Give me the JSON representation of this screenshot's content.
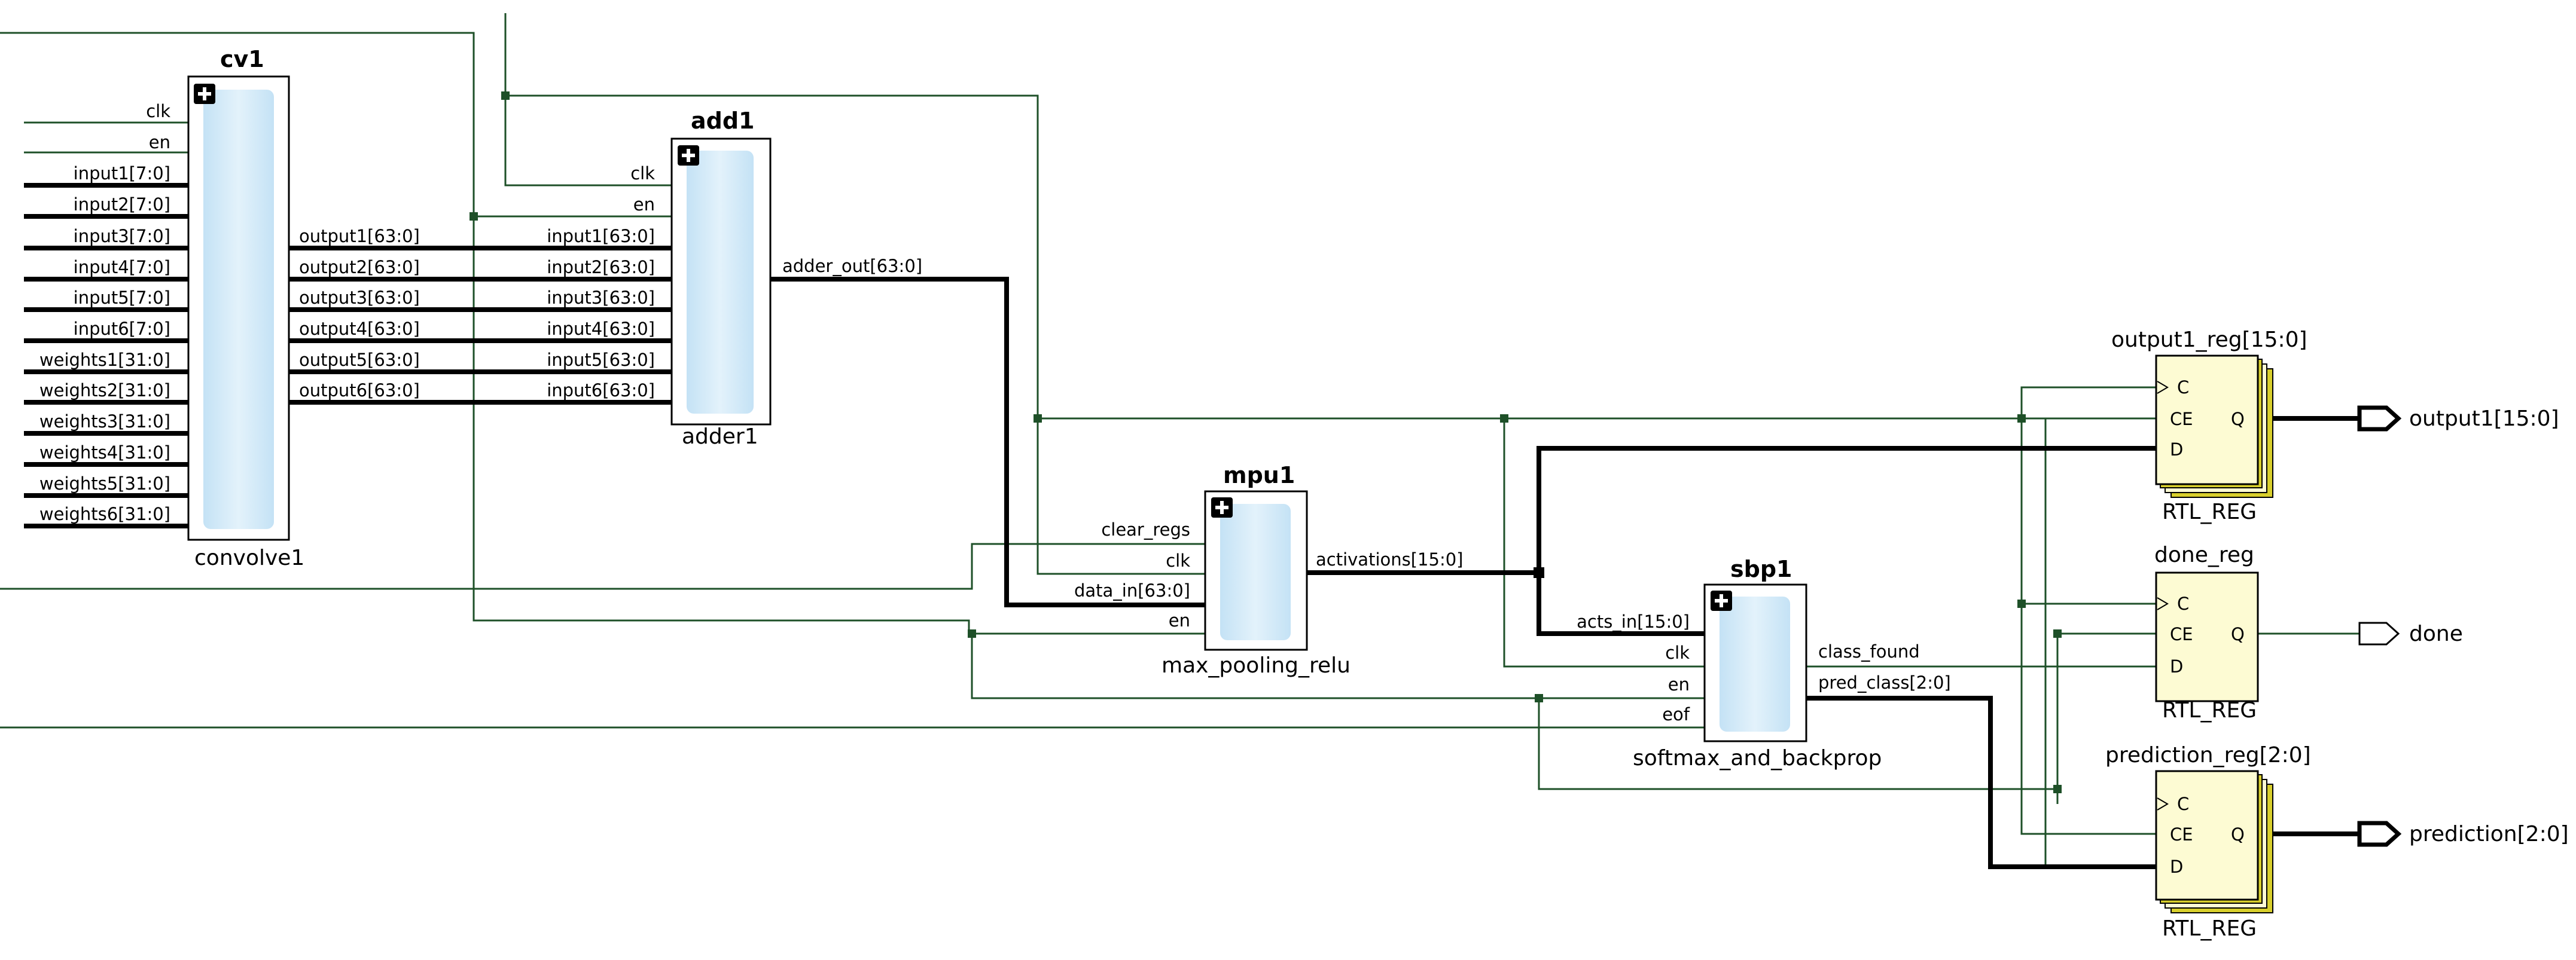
{
  "cells": {
    "cv1": {
      "instance": "cv1",
      "module": "convolve1",
      "inputs": [
        "clk",
        "en",
        "input1[7:0]",
        "input2[7:0]",
        "input3[7:0]",
        "input4[7:0]",
        "input5[7:0]",
        "input6[7:0]",
        "weights1[31:0]",
        "weights2[31:0]",
        "weights3[31:0]",
        "weights4[31:0]",
        "weights5[31:0]",
        "weights6[31:0]"
      ],
      "outputs": [
        "output1[63:0]",
        "output2[63:0]",
        "output3[63:0]",
        "output4[63:0]",
        "output5[63:0]",
        "output6[63:0]"
      ]
    },
    "add1": {
      "instance": "add1",
      "module": "adder1",
      "inputs": [
        "clk",
        "en",
        "input1[63:0]",
        "input2[63:0]",
        "input3[63:0]",
        "input4[63:0]",
        "input5[63:0]",
        "input6[63:0]"
      ],
      "outputs": [
        "adder_out[63:0]"
      ]
    },
    "mpu1": {
      "instance": "mpu1",
      "module": "max_pooling_relu",
      "inputs": [
        "clear_regs",
        "clk",
        "data_in[63:0]",
        "en"
      ],
      "outputs": [
        "activations[15:0]"
      ]
    },
    "sbp1": {
      "instance": "sbp1",
      "module": "softmax_and_backprop",
      "inputs": [
        "acts_in[15:0]",
        "clk",
        "en",
        "eof"
      ],
      "outputs": [
        "class_found",
        "pred_class[2:0]"
      ]
    }
  },
  "registers": {
    "output1_reg": {
      "name": "output1_reg[15:0]",
      "type": "RTL_REG",
      "pins": [
        "C",
        "CE",
        "D",
        "Q"
      ]
    },
    "done_reg": {
      "name": "done_reg",
      "type": "RTL_REG",
      "pins": [
        "C",
        "CE",
        "D",
        "Q"
      ]
    },
    "prediction_reg": {
      "name": "prediction_reg[2:0]",
      "type": "RTL_REG",
      "pins": [
        "C",
        "CE",
        "D",
        "Q"
      ]
    }
  },
  "ports": {
    "output1": "output1[15:0]",
    "done": "done",
    "prediction": "prediction[2:0]"
  },
  "icons": {
    "expand": "plus-square-icon",
    "clock_pin": "clock-triangle-icon",
    "output_port": "output-port-arrow-icon"
  },
  "colors": {
    "block_fill": "#d4eaf7",
    "register_fill": "#fdfbd3",
    "register_shadow": "#d8cf2c",
    "net": "#1e5028",
    "bus": "#000000"
  }
}
